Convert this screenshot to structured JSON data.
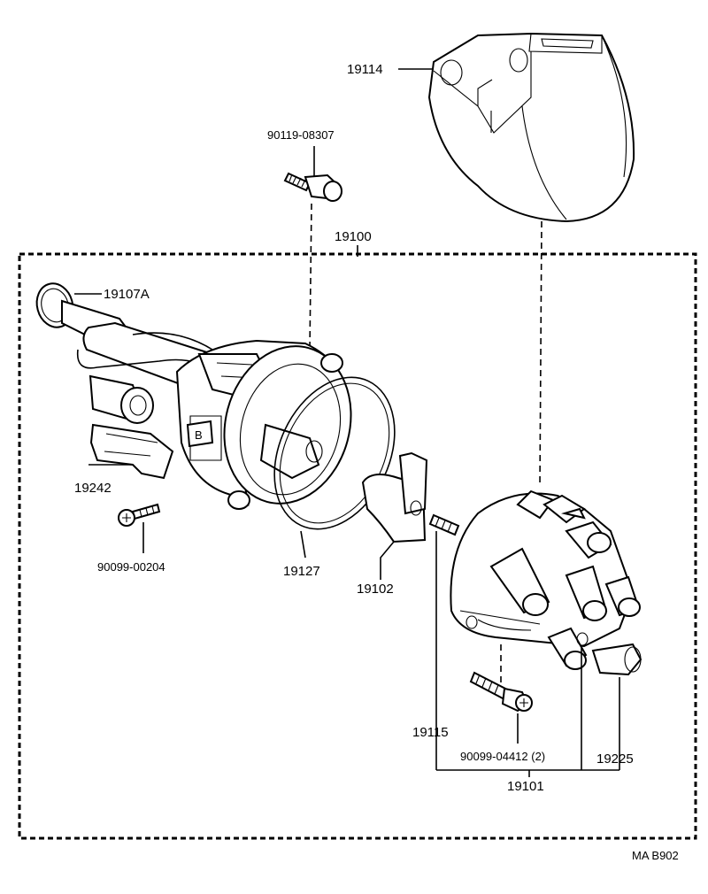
{
  "labels": {
    "cover": "19114",
    "bolt_top": "90119-08307",
    "assembly": "19100",
    "oring_shaft": "19107A",
    "bracket": "19242",
    "screw_bracket": "90099-00204",
    "oring_housing": "19127",
    "rotor": "19102",
    "spring": "19115",
    "screw_cap": "90099-04412 (2)",
    "boot": "19225",
    "cap_assembly": "19101",
    "code": "MA B902"
  },
  "colors": {
    "ink": "#000000",
    "paper": "#ffffff"
  },
  "icons": [
    "bolt-icon",
    "screw-icon",
    "o-ring-icon",
    "distributor-cap-icon",
    "rotor-icon",
    "dust-cover-icon"
  ]
}
